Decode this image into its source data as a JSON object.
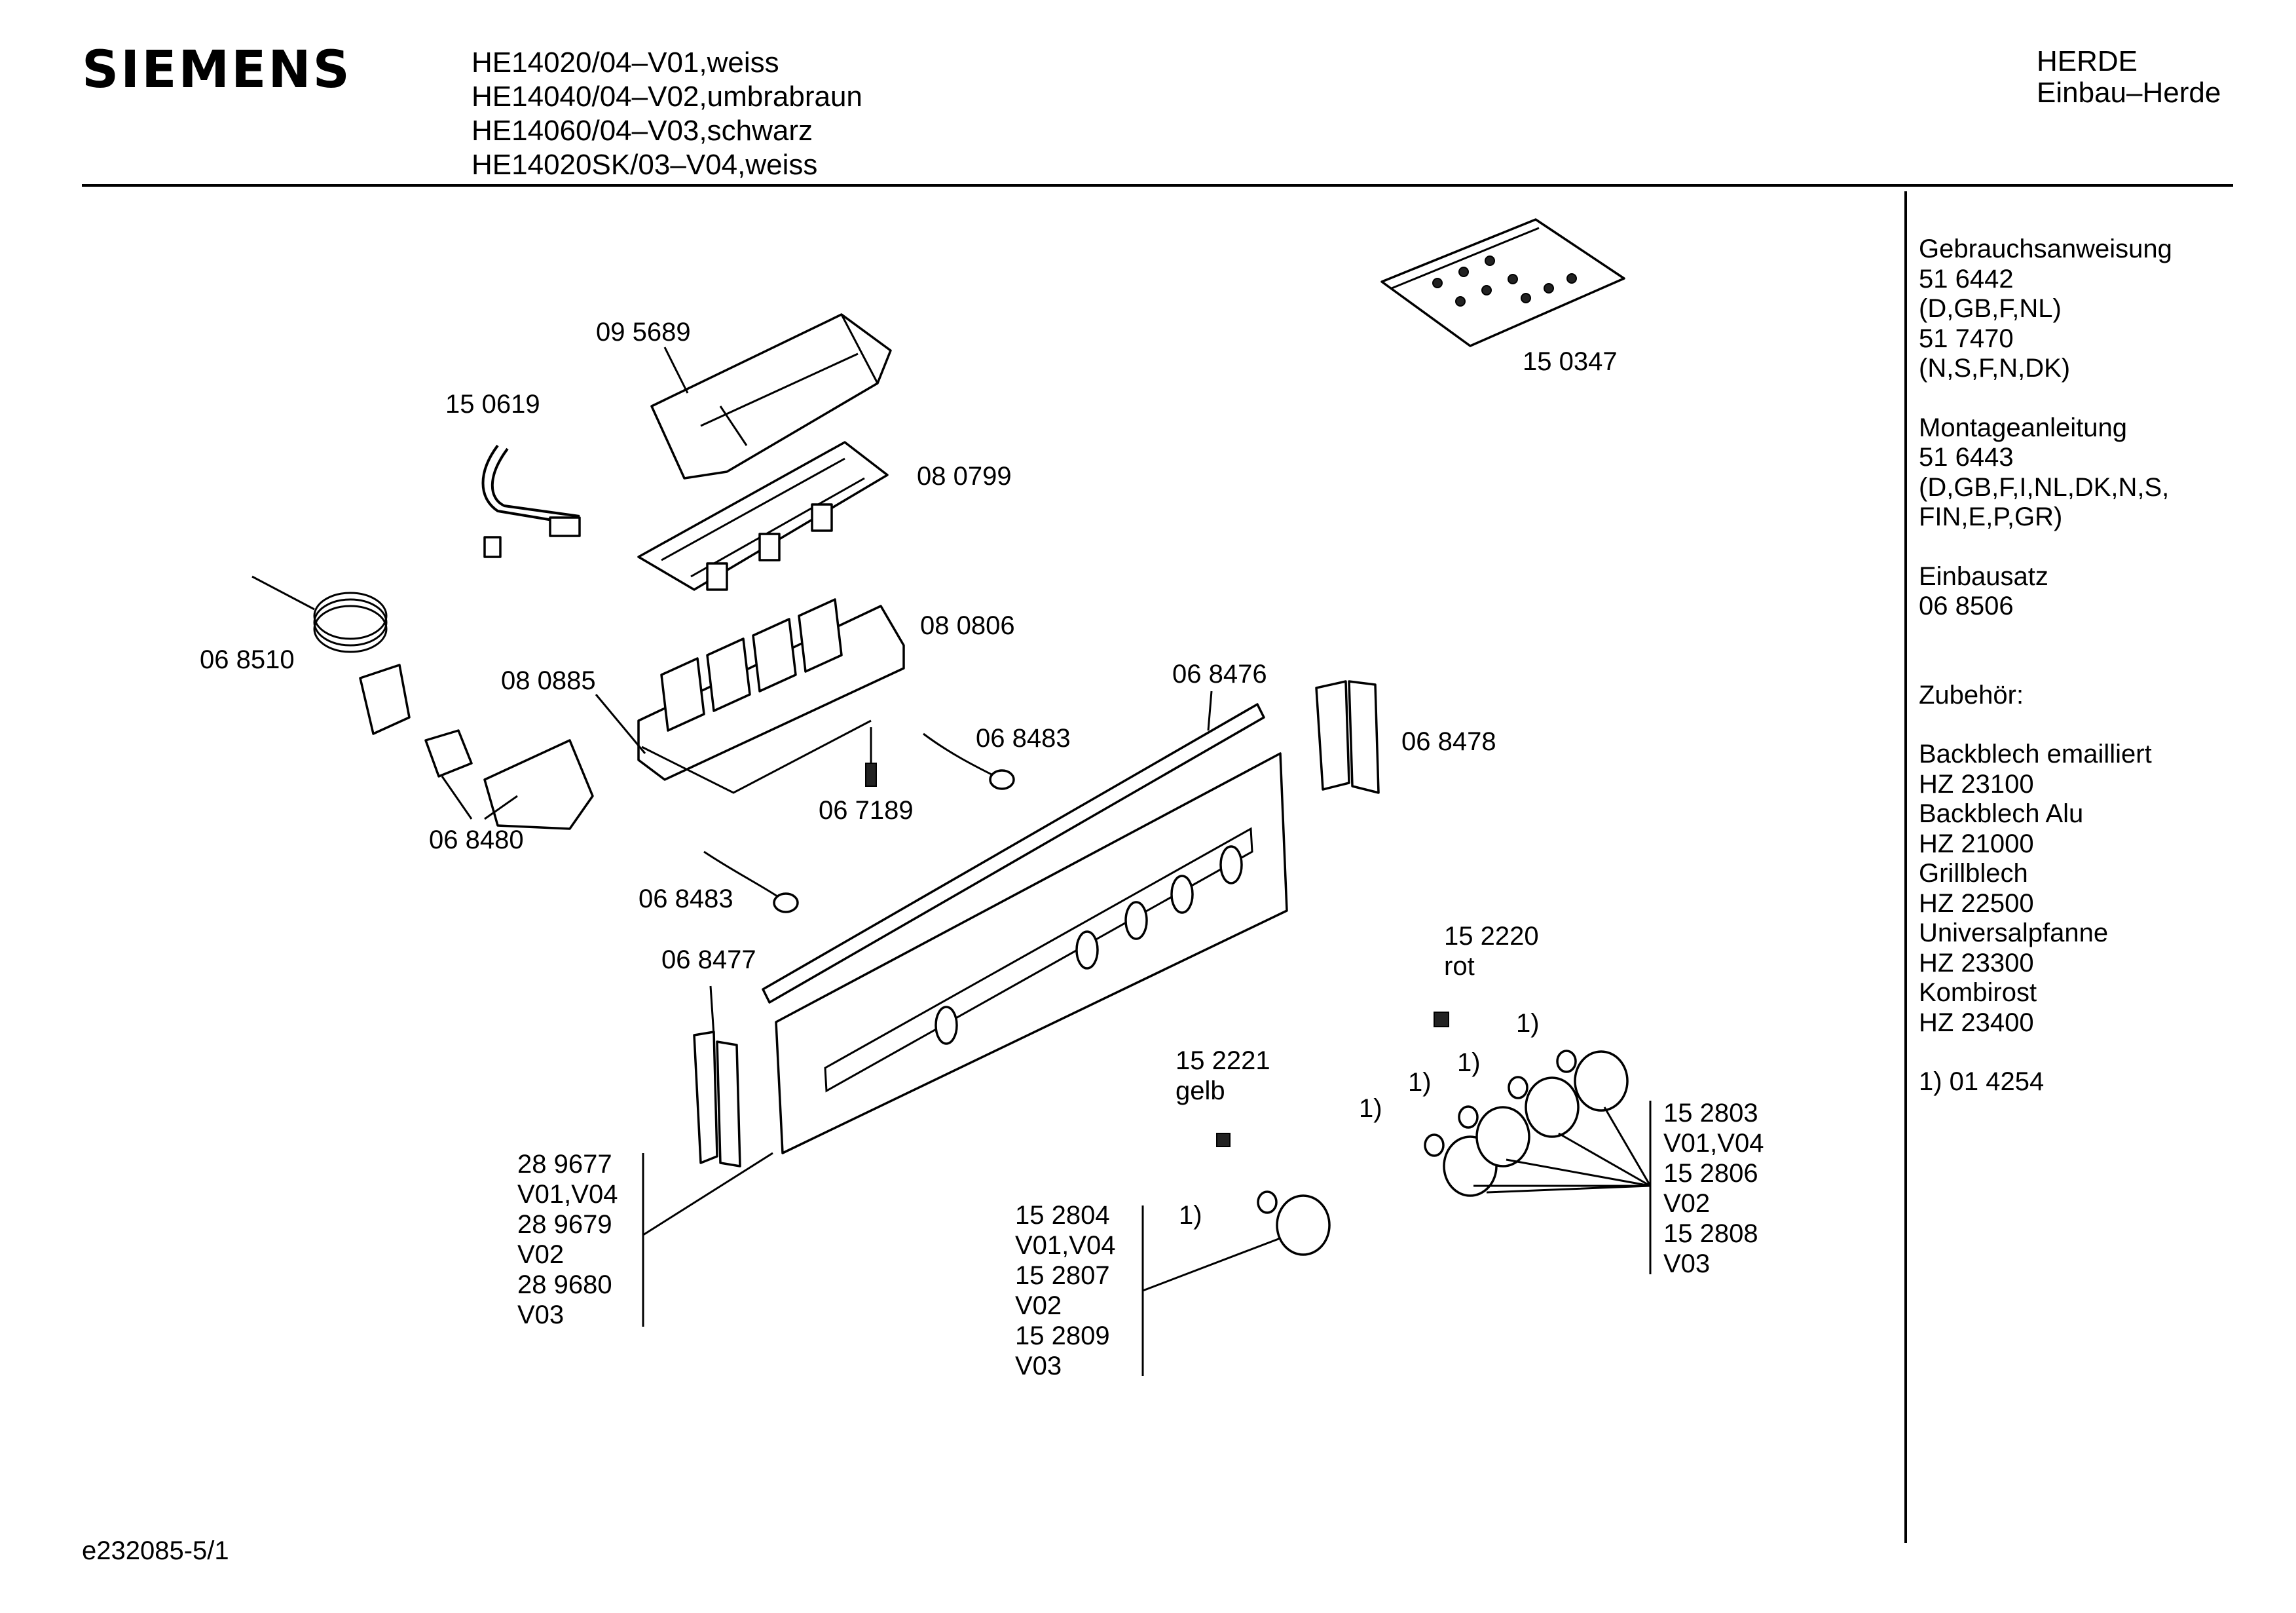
{
  "brand": "SIEMENS",
  "models": [
    "HE14020/04–V01,weiss",
    "HE14040/04–V02,umbrabraun",
    "HE14060/04–V03,schwarz",
    "HE14020SK/03–V04,weiss"
  ],
  "category": {
    "line1": "HERDE",
    "line2": "Einbau–Herde"
  },
  "sidebar": {
    "gebrauch": [
      "Gebrauchsanweisung",
      "51 6442",
      "(D,GB,F,NL)",
      "51 7470",
      "(N,S,F,N,DK)"
    ],
    "montage": [
      "Montageanleitung",
      "51 6443",
      "(D,GB,F,I,NL,DK,N,S,",
      "FIN,E,P,GR)"
    ],
    "einbau": [
      "Einbausatz",
      "06 8506"
    ],
    "zubehoer_title": "Zubehör:",
    "zubehoer": [
      "Backblech emailliert",
      "HZ 23100",
      "Backblech Alu",
      "HZ 21000",
      "Grillblech",
      "HZ 22500",
      "Universalpfanne",
      "HZ 23300",
      "Kombirost",
      "HZ 23400"
    ],
    "footnote": "1)  01 4254"
  },
  "parts": {
    "p095689": "09 5689",
    "p150619": "15 0619",
    "p080799": "08 0799",
    "p080806": "08 0806",
    "p068510": "06 8510",
    "p080885": "08 0885",
    "p068476": "06 8476",
    "p068478": "06 8478",
    "p068483a": "06 8483",
    "p067189": "06 7189",
    "p068480": "06 8480",
    "p068483b": "06 8483",
    "p068477": "06 8477",
    "p150347": "15 0347",
    "p152220": "15 2220",
    "rot": "rot",
    "p152221": "15 2221",
    "gelb": "gelb",
    "fn": "1)"
  },
  "panel_group": [
    "28 9677",
    "V01,V04",
    "28 9679",
    "V02",
    "28 9680",
    "V03"
  ],
  "knob_group_left": [
    "15 2804",
    "V01,V04",
    "15 2807",
    "V02",
    "15 2809",
    "V03"
  ],
  "knob_group_right": [
    "15 2803",
    "V01,V04",
    "15 2806",
    "V02",
    "15 2808",
    "V03"
  ],
  "doc_id": "e232085-5/1"
}
